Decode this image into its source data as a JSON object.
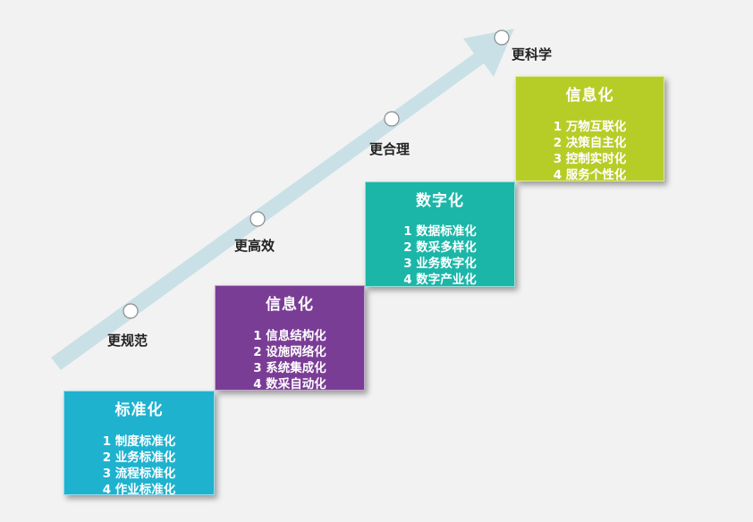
{
  "boxes": [
    {
      "title": "标准化",
      "items": [
        "1 制度标准化",
        "2 业务标准化",
        "3 流程标准化",
        "4 作业标准化"
      ],
      "color": "#1fb2cf"
    },
    {
      "title": "信息化",
      "items": [
        "1 信息结构化",
        "2 设施网络化",
        "3 系统集成化",
        "4 数采自动化"
      ],
      "color": "#7a3d96"
    },
    {
      "title": "数字化",
      "items": [
        "1 数据标准化",
        "2 数采多样化",
        "3 业务数字化",
        "4 数字产业化"
      ],
      "color": "#1bb6a8"
    },
    {
      "title": "信息化",
      "items": [
        "1 万物互联化",
        "2 决策自主化",
        "3 控制实时化",
        "4 服务个性化"
      ],
      "color": "#b7cd27"
    }
  ],
  "milestones": [
    "更规范",
    "更高效",
    "更合理",
    "更科学"
  ],
  "colors": {
    "arrow": "#c9e1e6",
    "milestone_dot_fill": "#ffffff",
    "milestone_dot_stroke": "#8a8a8a",
    "background": "#f2f2f2"
  }
}
